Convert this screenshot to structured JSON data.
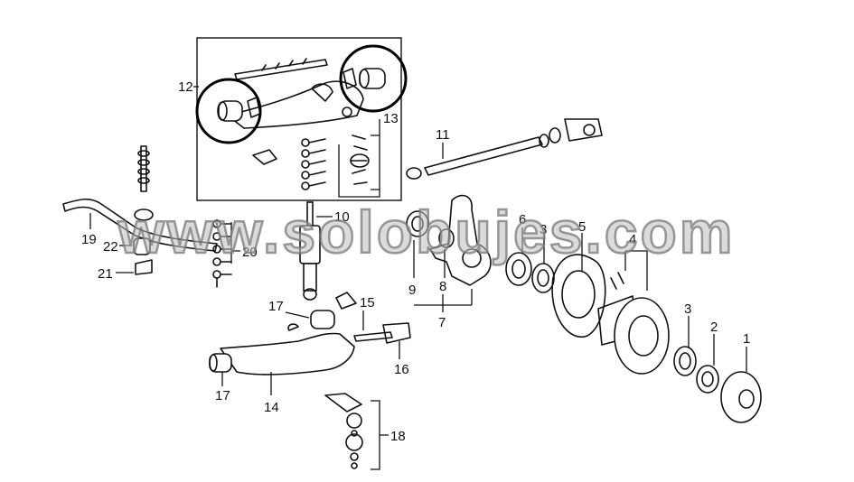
{
  "watermark": "www.solobujes.com",
  "callouts": {
    "c1": "1",
    "c2": "2",
    "c3a": "3",
    "c3b": "3",
    "c4": "4",
    "c5": "5",
    "c6": "6",
    "c7": "7",
    "c8": "8",
    "c9": "9",
    "c10": "10",
    "c11": "11",
    "c12": "12",
    "c13": "13",
    "c14": "14",
    "c15": "15",
    "c16": "16",
    "c17a": "17",
    "c17b": "17",
    "c18": "18",
    "c19": "19",
    "c20": "20",
    "c21": "21",
    "c22": "22"
  },
  "highlights": [
    "upper-arm-bushing-left",
    "upper-arm-bushing-right"
  ]
}
